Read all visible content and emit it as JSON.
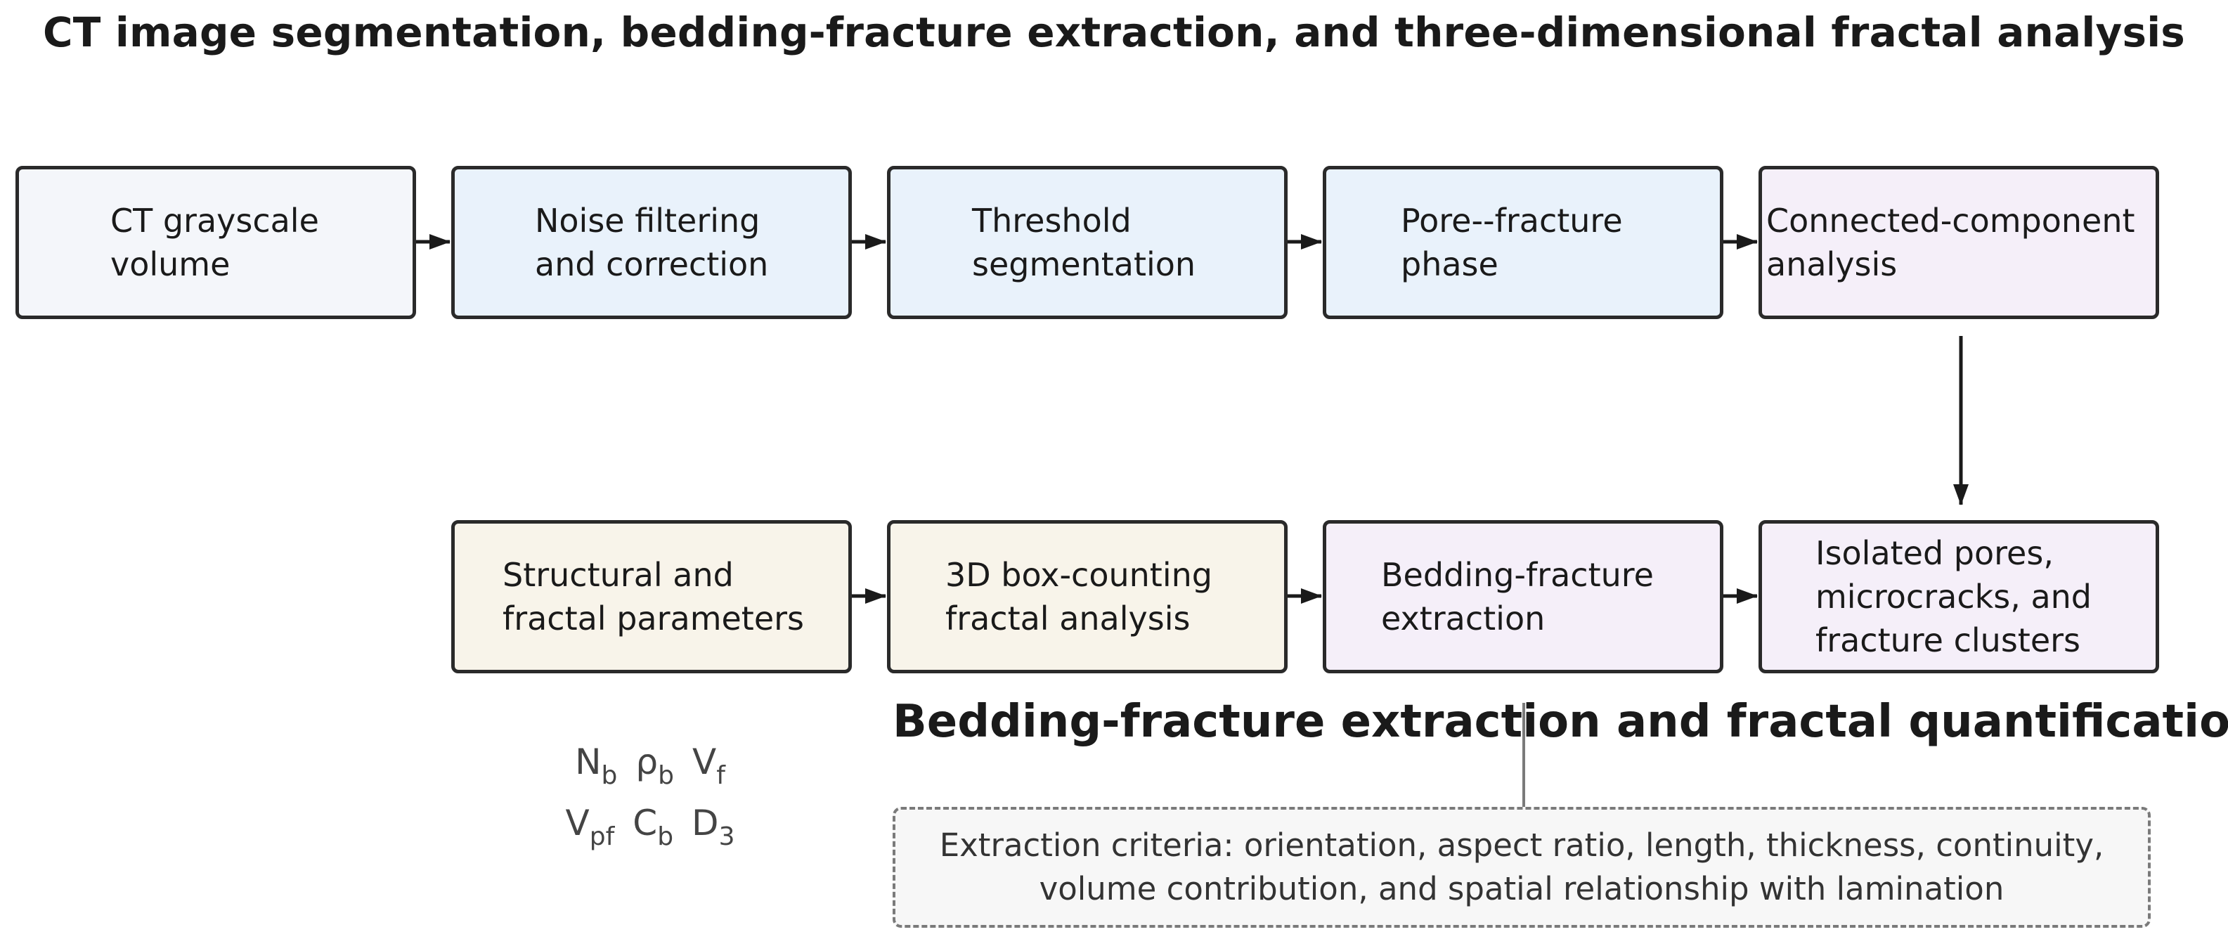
{
  "title": "CT image segmentation, bedding-fracture extraction, and three-dimensional fractal analysis",
  "subtitle": "Bedding-fracture extraction and fractal quantification",
  "colors": {
    "box_grey": "#f4f6fa",
    "box_blue": "#e9f2fb",
    "box_purple": "#f5eff9",
    "box_tan": "#f8f4ea",
    "border": "#2a2a2a",
    "arrow": "#1a1a1a",
    "dashed_border": "#7a7a7a"
  },
  "row1": [
    {
      "id": "ct-volume",
      "lines": [
        "CT grayscale",
        "volume"
      ]
    },
    {
      "id": "noise-filtering",
      "lines": [
        "Noise filtering",
        "and correction"
      ]
    },
    {
      "id": "threshold",
      "lines": [
        "Threshold",
        "segmentation"
      ]
    },
    {
      "id": "pore-fracture",
      "lines": [
        "Pore--fracture",
        "phase"
      ]
    },
    {
      "id": "connected-component",
      "lines": [
        "Connected-component",
        "analysis"
      ]
    }
  ],
  "row2": [
    {
      "id": "structural-params",
      "lines": [
        "Structural and",
        "fractal parameters"
      ]
    },
    {
      "id": "box-counting",
      "lines": [
        "3D box-counting",
        "fractal analysis"
      ]
    },
    {
      "id": "bedding-extraction",
      "lines": [
        "Bedding-fracture",
        "extraction"
      ]
    },
    {
      "id": "isolated-pores",
      "lines": [
        "Isolated pores,",
        "microcracks, and",
        "fracture clusters"
      ]
    }
  ],
  "parameters": [
    [
      {
        "base": "N",
        "sub": "b"
      },
      {
        "base": "ρ",
        "sub": "b"
      },
      {
        "base": "V",
        "sub": "f"
      }
    ],
    [
      {
        "base": "V",
        "sub": "pf"
      },
      {
        "base": "C",
        "sub": "b"
      },
      {
        "base": "D",
        "sub": "3"
      }
    ]
  ],
  "criteria": {
    "line1": "Extraction criteria: orientation, aspect ratio, length, thickness, continuity,",
    "line2": "volume contribution, and spatial relationship with lamination"
  }
}
